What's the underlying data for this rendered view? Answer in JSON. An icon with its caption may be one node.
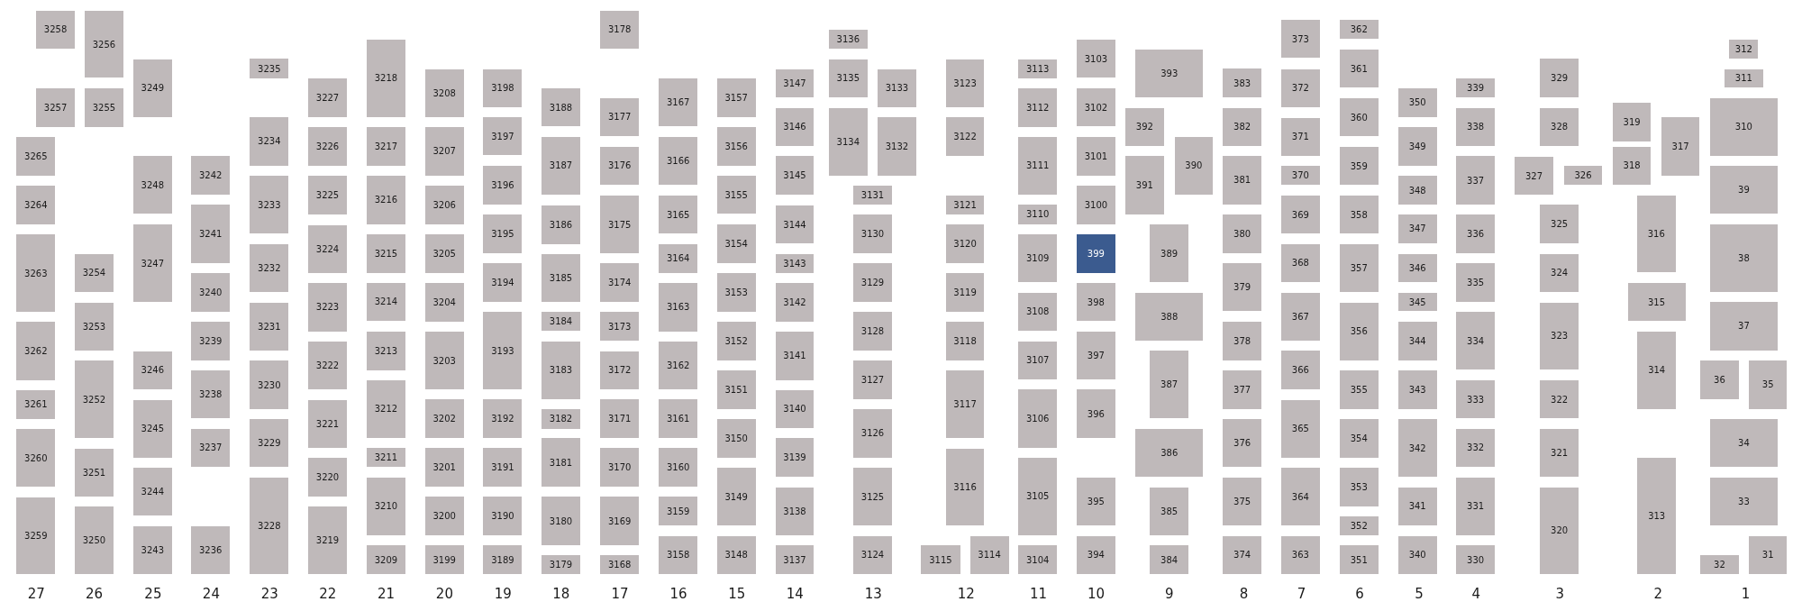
{
  "diagram": {
    "nodes": [
      {
        "text": [
          "3258"
        ]
      },
      {
        "text": [
          "3257"
        ]
      },
      {
        "text": [
          "3265"
        ]
      },
      {
        "text": [
          "3264"
        ]
      },
      {
        "text": [
          "3263"
        ]
      },
      {
        "text": [
          "3262"
        ]
      },
      {
        "text": [
          "3261"
        ]
      },
      {
        "text": [
          "3260"
        ]
      },
      {
        "text": [
          "3259"
        ]
      },
      {
        "text": [
          "3256"
        ]
      },
      {
        "text": [
          "3255"
        ]
      },
      {
        "text": [
          "3254"
        ]
      },
      {
        "text": [
          "3253"
        ]
      },
      {
        "text": [
          "3252"
        ]
      },
      {
        "text": [
          "3251"
        ]
      },
      {
        "text": [
          "3250"
        ]
      },
      {
        "text": [
          "3249"
        ]
      },
      {
        "text": [
          "3248"
        ]
      },
      {
        "text": [
          "3247"
        ]
      },
      {
        "text": [
          "3246"
        ]
      },
      {
        "text": [
          "3245"
        ]
      },
      {
        "text": [
          "3244"
        ]
      },
      {
        "text": [
          "3243"
        ]
      },
      {
        "text": [
          "3242"
        ]
      },
      {
        "text": [
          "3241"
        ]
      },
      {
        "text": [
          "3240"
        ]
      },
      {
        "text": [
          "3239"
        ]
      },
      {
        "text": [
          "3238"
        ]
      },
      {
        "text": [
          "3237"
        ]
      },
      {
        "text": [
          "3236"
        ]
      },
      {
        "text": [
          "3235"
        ]
      },
      {
        "text": [
          "3234"
        ]
      },
      {
        "text": [
          "3233"
        ]
      },
      {
        "text": [
          "3232"
        ]
      },
      {
        "text": [
          "3231"
        ]
      },
      {
        "text": [
          "3230"
        ]
      },
      {
        "text": [
          "3229"
        ]
      },
      {
        "text": [
          "3228"
        ]
      },
      {
        "text": [
          "3227"
        ]
      },
      {
        "text": [
          "3226"
        ]
      },
      {
        "text": [
          "3225"
        ]
      },
      {
        "text": [
          "3224"
        ]
      },
      {
        "text": [
          "3223"
        ]
      },
      {
        "text": [
          "3222"
        ]
      },
      {
        "text": [
          "3221"
        ]
      },
      {
        "text": [
          "3220"
        ]
      },
      {
        "text": [
          "3219"
        ]
      },
      {
        "text": [
          "3218"
        ]
      },
      {
        "text": [
          "3217"
        ]
      },
      {
        "text": [
          "3216"
        ]
      },
      {
        "text": [
          "3215"
        ]
      },
      {
        "text": [
          "3214"
        ]
      },
      {
        "text": [
          "3213"
        ]
      },
      {
        "text": [
          "3212"
        ]
      },
      {
        "text": [
          "3211"
        ]
      },
      {
        "text": [
          "3210"
        ]
      },
      {
        "text": [
          "3209"
        ]
      },
      {
        "text": [
          "3208"
        ]
      },
      {
        "text": [
          "3207"
        ]
      },
      {
        "text": [
          "3206"
        ]
      },
      {
        "text": [
          "3205"
        ]
      },
      {
        "text": [
          "3204"
        ]
      },
      {
        "text": [
          "3203"
        ]
      },
      {
        "text": [
          "3202"
        ]
      },
      {
        "text": [
          "3201"
        ]
      },
      {
        "text": [
          "3200"
        ]
      },
      {
        "text": [
          "3199"
        ]
      },
      {
        "text": [
          "3198"
        ]
      },
      {
        "text": [
          "3197"
        ]
      },
      {
        "text": [
          "3196"
        ]
      },
      {
        "text": [
          "3195"
        ]
      },
      {
        "text": [
          "3194"
        ]
      },
      {
        "text": [
          "3193"
        ]
      },
      {
        "text": [
          "3192"
        ]
      },
      {
        "text": [
          "3191"
        ]
      },
      {
        "text": [
          "3190"
        ]
      },
      {
        "text": [
          "3189"
        ]
      },
      {
        "text": [
          "3188"
        ]
      },
      {
        "text": [
          "3187"
        ]
      },
      {
        "text": [
          "3186"
        ]
      },
      {
        "text": [
          "3185"
        ]
      },
      {
        "text": [
          "3184"
        ]
      },
      {
        "text": [
          "3183"
        ]
      },
      {
        "text": [
          "3182"
        ]
      },
      {
        "text": [
          "3181"
        ]
      },
      {
        "text": [
          "3180"
        ]
      },
      {
        "text": [
          "3179"
        ]
      },
      {
        "text": [
          "3178"
        ]
      },
      {
        "text": [
          "3177"
        ]
      },
      {
        "text": [
          "3176"
        ]
      },
      {
        "text": [
          "3175"
        ]
      },
      {
        "text": [
          "3174"
        ]
      },
      {
        "text": [
          "3173"
        ]
      },
      {
        "text": [
          "3172"
        ]
      },
      {
        "text": [
          "3171"
        ]
      },
      {
        "text": [
          "3170"
        ]
      },
      {
        "text": [
          "3169"
        ]
      },
      {
        "text": [
          "3168"
        ]
      },
      {
        "text": [
          "3167"
        ]
      },
      {
        "text": [
          "3166"
        ]
      },
      {
        "text": [
          "3165"
        ]
      },
      {
        "text": [
          "3164"
        ]
      },
      {
        "text": [
          "3163"
        ]
      },
      {
        "text": [
          "3162"
        ]
      },
      {
        "text": [
          "3161"
        ]
      },
      {
        "text": [
          "3160"
        ]
      },
      {
        "text": [
          "3159"
        ]
      },
      {
        "text": [
          "3158"
        ]
      },
      {
        "text": [
          "3157"
        ]
      },
      {
        "text": [
          "3156"
        ]
      },
      {
        "text": [
          "3155"
        ]
      },
      {
        "text": [
          "3154"
        ]
      },
      {
        "text": [
          "3153"
        ]
      },
      {
        "text": [
          "3152"
        ]
      },
      {
        "text": [
          "3151"
        ]
      },
      {
        "text": [
          "3150"
        ]
      },
      {
        "text": [
          "3149"
        ]
      },
      {
        "text": [
          "3148"
        ]
      },
      {
        "text": [
          "3147"
        ]
      },
      {
        "text": [
          "3146"
        ]
      },
      {
        "text": [
          "3145"
        ]
      },
      {
        "text": [
          "3144"
        ]
      },
      {
        "text": [
          "3143"
        ]
      },
      {
        "text": [
          "3142"
        ]
      },
      {
        "text": [
          "3141"
        ]
      },
      {
        "text": [
          "3140"
        ]
      },
      {
        "text": [
          "3139"
        ]
      },
      {
        "text": [
          "3138"
        ]
      },
      {
        "text": [
          "3137"
        ]
      },
      {
        "text": [
          "3136"
        ]
      },
      {
        "text": [
          "3135"
        ]
      },
      {
        "text": [
          "3134"
        ]
      },
      {
        "text": [
          "3133"
        ]
      },
      {
        "text": [
          "3132"
        ]
      },
      {
        "text": [
          "3131"
        ]
      },
      {
        "text": [
          "3130"
        ]
      },
      {
        "text": [
          "3129"
        ]
      },
      {
        "text": [
          "3128"
        ]
      },
      {
        "text": [
          "3127"
        ]
      },
      {
        "text": [
          "3126"
        ]
      },
      {
        "text": [
          "3125"
        ]
      },
      {
        "text": [
          "3124"
        ]
      },
      {
        "text": [
          "3123"
        ]
      },
      {
        "text": [
          "3122"
        ]
      },
      {
        "text": [
          "3121"
        ]
      },
      {
        "text": [
          "3120"
        ]
      },
      {
        "text": [
          "3119"
        ]
      },
      {
        "text": [
          "3118"
        ]
      },
      {
        "text": [
          "3117"
        ]
      },
      {
        "text": [
          "3116"
        ]
      },
      {
        "text": [
          "3115"
        ]
      },
      {
        "text": [
          "3114"
        ]
      },
      {
        "text": [
          "3113"
        ]
      },
      {
        "text": [
          "3112"
        ]
      },
      {
        "text": [
          "3111"
        ]
      },
      {
        "text": [
          "3110"
        ]
      },
      {
        "text": [
          "3109"
        ]
      },
      {
        "text": [
          "3108"
        ]
      },
      {
        "text": [
          "3107"
        ]
      },
      {
        "text": [
          "3106"
        ]
      },
      {
        "text": [
          "3105"
        ]
      },
      {
        "text": [
          "3104"
        ]
      },
      {
        "text": [
          "3103"
        ]
      },
      {
        "text": [
          "3102"
        ]
      },
      {
        "text": [
          "3101"
        ]
      },
      {
        "text": [
          "3100"
        ]
      },
      {
        "text": [
          "399"
        ]
      },
      {
        "text": [
          "398"
        ]
      },
      {
        "text": [
          "397"
        ]
      },
      {
        "text": [
          "396"
        ]
      },
      {
        "text": [
          "395"
        ]
      },
      {
        "text": [
          "394"
        ]
      },
      {
        "text": [
          "393"
        ]
      },
      {
        "text": [
          "392"
        ]
      },
      {
        "text": [
          "391"
        ]
      },
      {
        "text": [
          "390"
        ]
      },
      {
        "text": [
          "389"
        ]
      },
      {
        "text": [
          "388"
        ]
      },
      {
        "text": [
          "387"
        ]
      },
      {
        "text": [
          "386"
        ]
      },
      {
        "text": [
          "385"
        ]
      },
      {
        "text": [
          "384"
        ]
      },
      {
        "text": [
          "383"
        ]
      },
      {
        "text": [
          "382"
        ]
      },
      {
        "text": [
          "381"
        ]
      },
      {
        "text": [
          "380"
        ]
      },
      {
        "text": [
          "379"
        ]
      },
      {
        "text": [
          "378"
        ]
      },
      {
        "text": [
          "377"
        ]
      },
      {
        "text": [
          "376"
        ]
      },
      {
        "text": [
          "375"
        ]
      },
      {
        "text": [
          "374"
        ]
      },
      {
        "text": [
          "373"
        ]
      },
      {
        "text": [
          "372"
        ]
      },
      {
        "text": [
          "371"
        ]
      },
      {
        "text": [
          "370"
        ]
      },
      {
        "text": [
          "369"
        ]
      },
      {
        "text": [
          "368"
        ]
      },
      {
        "text": [
          "367"
        ]
      },
      {
        "text": [
          "366"
        ]
      },
      {
        "text": [
          "365"
        ]
      },
      {
        "text": [
          "364"
        ]
      },
      {
        "text": [
          "363"
        ]
      },
      {
        "text": [
          "362"
        ]
      },
      {
        "text": [
          "361"
        ]
      },
      {
        "text": [
          "360"
        ]
      },
      {
        "text": [
          "359"
        ]
      },
      {
        "text": [
          "358"
        ]
      },
      {
        "text": [
          "357"
        ]
      },
      {
        "text": [
          "356"
        ]
      },
      {
        "text": [
          "355"
        ]
      },
      {
        "text": [
          "354"
        ]
      },
      {
        "text": [
          "353"
        ]
      },
      {
        "text": [
          "352"
        ]
      },
      {
        "text": [
          "351"
        ]
      },
      {
        "text": [
          "350"
        ]
      },
      {
        "text": [
          "349"
        ]
      },
      {
        "text": [
          "348"
        ]
      },
      {
        "text": [
          "347"
        ]
      },
      {
        "text": [
          "346"
        ]
      },
      {
        "text": [
          "345"
        ]
      },
      {
        "text": [
          "344"
        ]
      },
      {
        "text": [
          "343"
        ]
      },
      {
        "text": [
          "342"
        ]
      },
      {
        "text": [
          "341"
        ]
      },
      {
        "text": [
          "340"
        ]
      },
      {
        "text": [
          "339"
        ]
      },
      {
        "text": [
          "338"
        ]
      },
      {
        "text": [
          "337"
        ]
      },
      {
        "text": [
          "336"
        ]
      },
      {
        "text": [
          "335"
        ]
      },
      {
        "text": [
          "334"
        ]
      },
      {
        "text": [
          "333"
        ]
      },
      {
        "text": [
          "332"
        ]
      },
      {
        "text": [
          "331"
        ]
      },
      {
        "text": [
          "330"
        ]
      },
      {
        "text": [
          "329"
        ]
      },
      {
        "text": [
          "328"
        ]
      },
      {
        "text": [
          "327"
        ]
      },
      {
        "text": [
          "326"
        ]
      },
      {
        "text": [
          "325"
        ]
      },
      {
        "text": [
          "324"
        ]
      },
      {
        "text": [
          "323"
        ]
      },
      {
        "text": [
          "322"
        ]
      },
      {
        "text": [
          "321"
        ]
      },
      {
        "text": [
          "320"
        ]
      },
      {
        "text": [
          "319"
        ]
      },
      {
        "text": [
          "318"
        ]
      },
      {
        "text": [
          "317"
        ]
      },
      {
        "text": [
          "316"
        ]
      },
      {
        "text": [
          "315"
        ]
      },
      {
        "text": [
          "314"
        ]
      },
      {
        "text": [
          "313"
        ]
      },
      {
        "text": [
          "312"
        ]
      },
      {
        "text": [
          "311"
        ]
      },
      {
        "text": [
          "310"
        ]
      },
      {
        "text": [
          "39"
        ]
      },
      {
        "text": [
          "38"
        ]
      },
      {
        "text": [
          "37"
        ]
      },
      {
        "text": [
          "36"
        ]
      },
      {
        "text": [
          "35"
        ]
      },
      {
        "text": [
          "34"
        ]
      },
      {
        "text": [
          "33"
        ]
      },
      {
        "text": [
          "32"
        ]
      },
      {
        "text": [
          "31"
        ]
      }
    ],
    "labels": [
      "27",
      "26",
      "25",
      "24",
      "23",
      "22",
      "21",
      "20",
      "19",
      "18",
      "17",
      "16",
      "15",
      "14",
      "13",
      "12",
      "11",
      "10",
      "9",
      "8",
      "7",
      "6",
      "5",
      "4",
      "3",
      "2",
      "1"
    ]
  }
}
